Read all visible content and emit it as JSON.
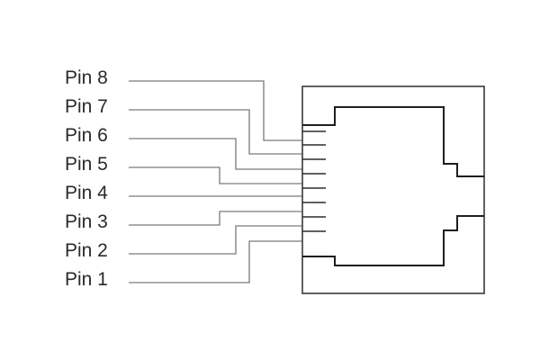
{
  "pins": [
    {
      "id": 8,
      "label": "Pin 8"
    },
    {
      "id": 7,
      "label": "Pin 7"
    },
    {
      "id": 6,
      "label": "Pin 6"
    },
    {
      "id": 5,
      "label": "Pin 5"
    },
    {
      "id": 4,
      "label": "Pin 4"
    },
    {
      "id": 3,
      "label": "Pin 3"
    },
    {
      "id": 2,
      "label": "Pin 2"
    },
    {
      "id": 1,
      "label": "Pin 1"
    }
  ]
}
